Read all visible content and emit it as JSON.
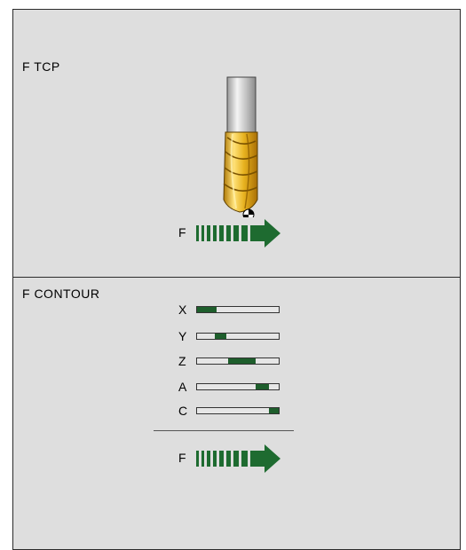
{
  "panels": {
    "tcp": {
      "title": "F  TCP",
      "feed_label": "F"
    },
    "contour": {
      "title": "F  CONTOUR",
      "feed_label": "F",
      "axes": [
        {
          "label": "X",
          "start": 0.0,
          "fill": 0.24
        },
        {
          "label": "Y",
          "start": 0.22,
          "fill": 0.14
        },
        {
          "label": "Z",
          "start": 0.38,
          "fill": 0.34
        },
        {
          "label": "A",
          "start": 0.72,
          "fill": 0.16
        },
        {
          "label": "C",
          "start": 0.88,
          "fill": 0.12
        }
      ]
    }
  },
  "colors": {
    "background": "#dedede",
    "feed_green": "#1e6b30",
    "tool_gold": "#e7b21f",
    "shank_gray": "#c8c8c8"
  },
  "icons": {
    "tool": "end-mill-icon",
    "feed": "feed-arrow-icon",
    "tcp_marker": "tool-center-point-icon"
  }
}
